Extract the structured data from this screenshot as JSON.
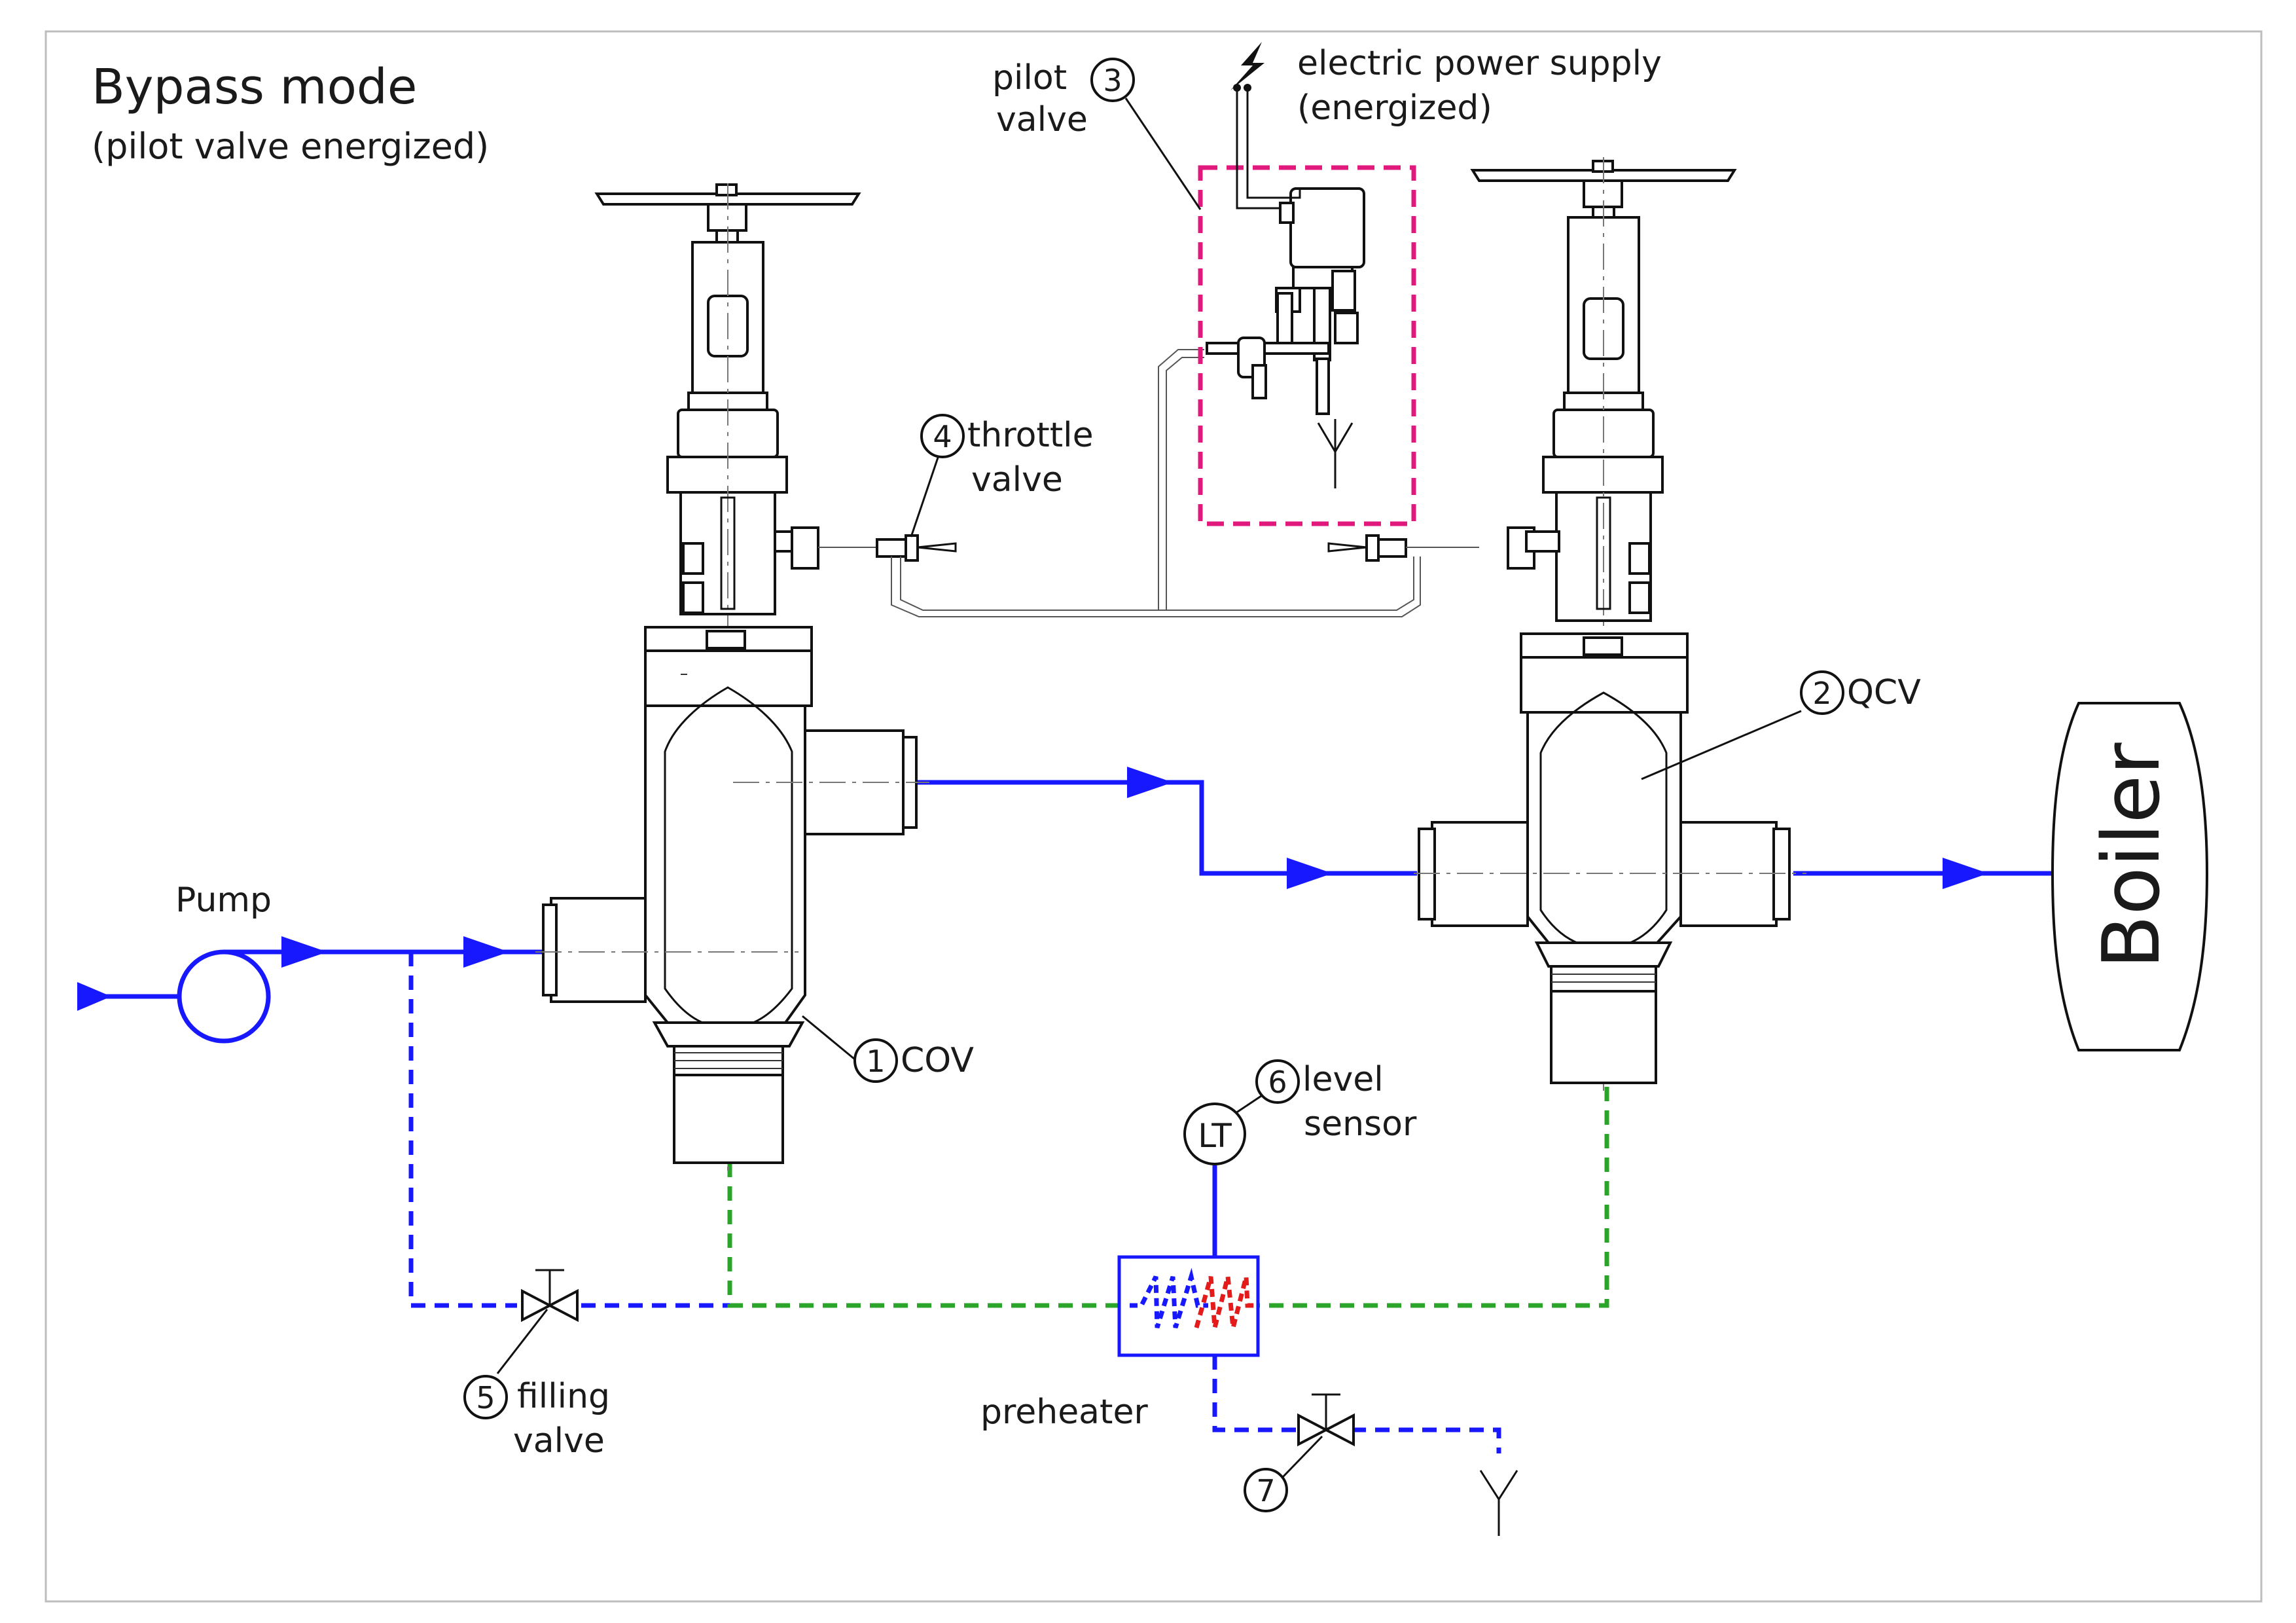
{
  "title": "Bypass mode",
  "subtitle": "(pilot valve energized)",
  "labels": {
    "pump": "Pump",
    "boiler": "Boiler",
    "preheater": "preheater",
    "electric_power_supply_line1": "electric power supply",
    "electric_power_supply_line2": "(energized)",
    "level_transmitter_symbol": "LT"
  },
  "components": [
    {
      "number": "1",
      "name": "COV"
    },
    {
      "number": "2",
      "name": "QCV"
    },
    {
      "number": "3",
      "name_line1": "pilot",
      "name_line2": "valve"
    },
    {
      "number": "4",
      "name_line1": "throttle",
      "name_line2": "valve"
    },
    {
      "number": "5",
      "name_line1": "filling",
      "name_line2": "valve"
    },
    {
      "number": "6",
      "name_line1": "level",
      "name_line2": "sensor"
    },
    {
      "number": "7"
    }
  ],
  "colors": {
    "flow": "#1818ff",
    "condensate_line": "#2aa52a",
    "pilot_box": "#e0197d",
    "heater_hot": "#e31b1b",
    "heater_cold": "#1818ff"
  }
}
